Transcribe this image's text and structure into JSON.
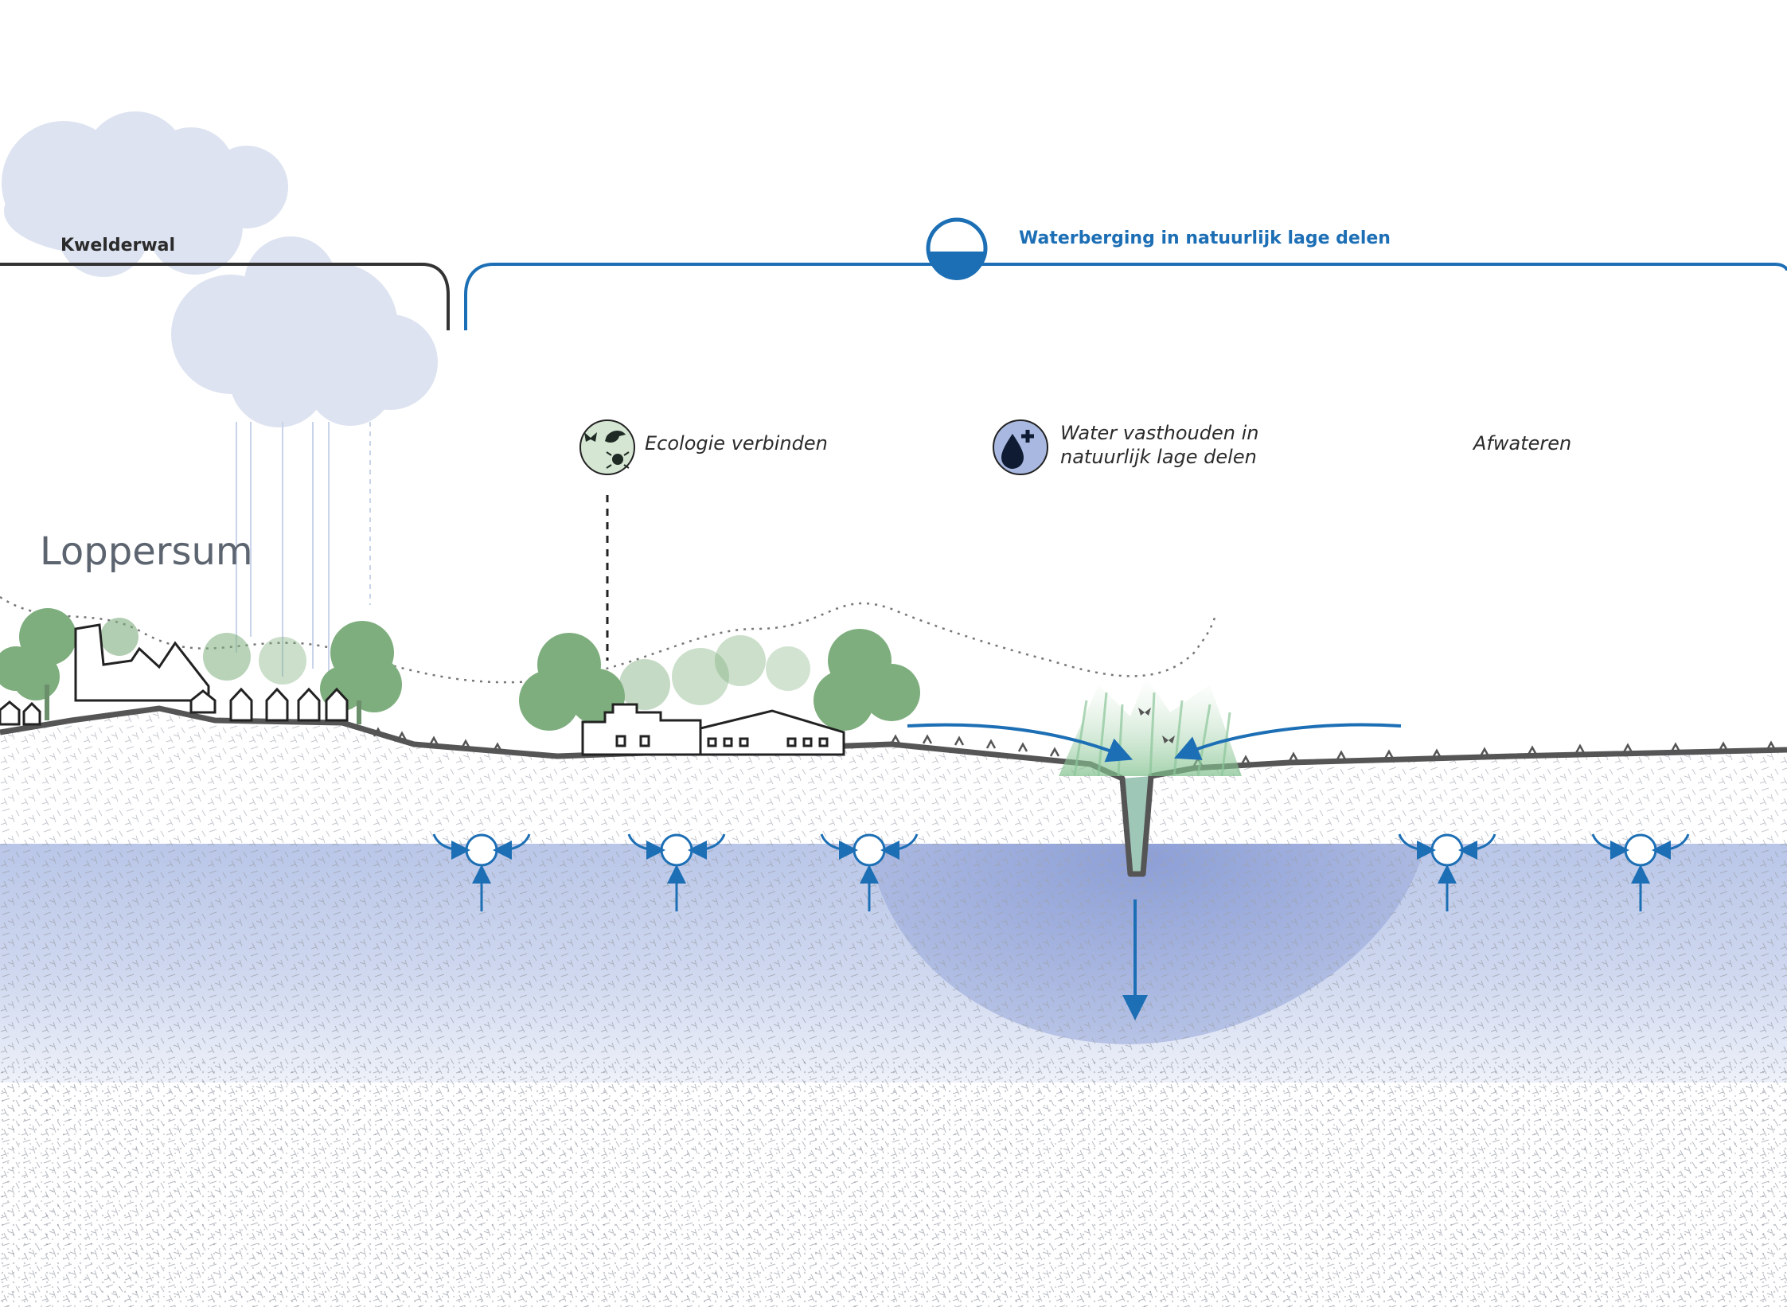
{
  "labels": {
    "kwelderwal": "Kwelderwal",
    "waterberging": "Waterberging in natuurlijk lage delen",
    "ecologie": "Ecologie verbinden",
    "water_line1": "Water vasthouden in",
    "water_line2": "natuurlijk lage delen",
    "afwateren": "Afwateren",
    "place": "Loppersum"
  },
  "icons": {
    "ecology": "bird-butterfly-insect-icon",
    "water_retain": "water-drop-plus-icon",
    "storage": "half-filled-basin-icon"
  },
  "colors": {
    "accent_blue": "#1d6fb5",
    "cloud": "#dde3f0",
    "tree": "#7eae7e",
    "groundwater": "#b8c5e6",
    "ground_line": "#555555",
    "eco_icon_bg": "#d5e6d3",
    "water_icon_bg": "#a8b8e0"
  }
}
